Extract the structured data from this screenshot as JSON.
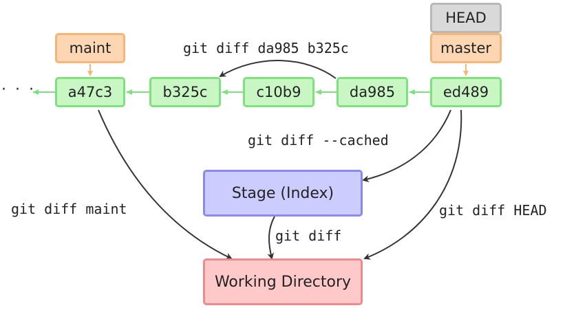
{
  "nodes": {
    "head": "HEAD",
    "master": "master",
    "maint": "maint",
    "commits": {
      "a47c3": "a47c3",
      "b325c": "b325c",
      "c10b9": "c10b9",
      "da985": "da985",
      "ed489": "ed489"
    },
    "stage": "Stage (Index)",
    "working_directory": "Working Directory"
  },
  "ellipsis": "· · ·",
  "labels": {
    "diff_commits": "git diff da985 b325c",
    "diff_cached": "git diff --cached",
    "diff_maint": "git diff maint",
    "diff": "git diff",
    "diff_head": "git diff HEAD"
  },
  "colors": {
    "commit_fill": "#c9f7c4",
    "commit_border": "#7fe07f",
    "branch_fill": "#fdd7b4",
    "branch_border": "#f7b57a",
    "head_fill": "#d9d9d9",
    "stage_fill": "#ccccff",
    "working_dir_fill": "#ffc9c9",
    "arrow_dark": "#333333",
    "arrow_green": "#7fe07f",
    "arrow_orange": "#f7b57a"
  }
}
